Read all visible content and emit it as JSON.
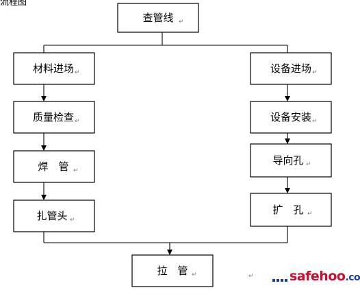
{
  "header_fragment": "流程图",
  "boxes": {
    "check_line": "查管线",
    "materials_entry": "材料进场",
    "quality_check": "质量检查",
    "weld_pipe": "焊　管",
    "tie_pipe_head": "扎管头",
    "equipment_entry": "设备进场",
    "equipment_install": "设备安装",
    "pilot_hole": "导向孔",
    "ream_hole": "扩　孔",
    "pull_pipe": "拉　管"
  },
  "paragraph_mark": "↵",
  "watermark": {
    "part1": "safe",
    "part2": "hoo",
    "part3": ".com",
    "color_main": "#c8102e",
    "color_accent": "#1c3e9e"
  }
}
